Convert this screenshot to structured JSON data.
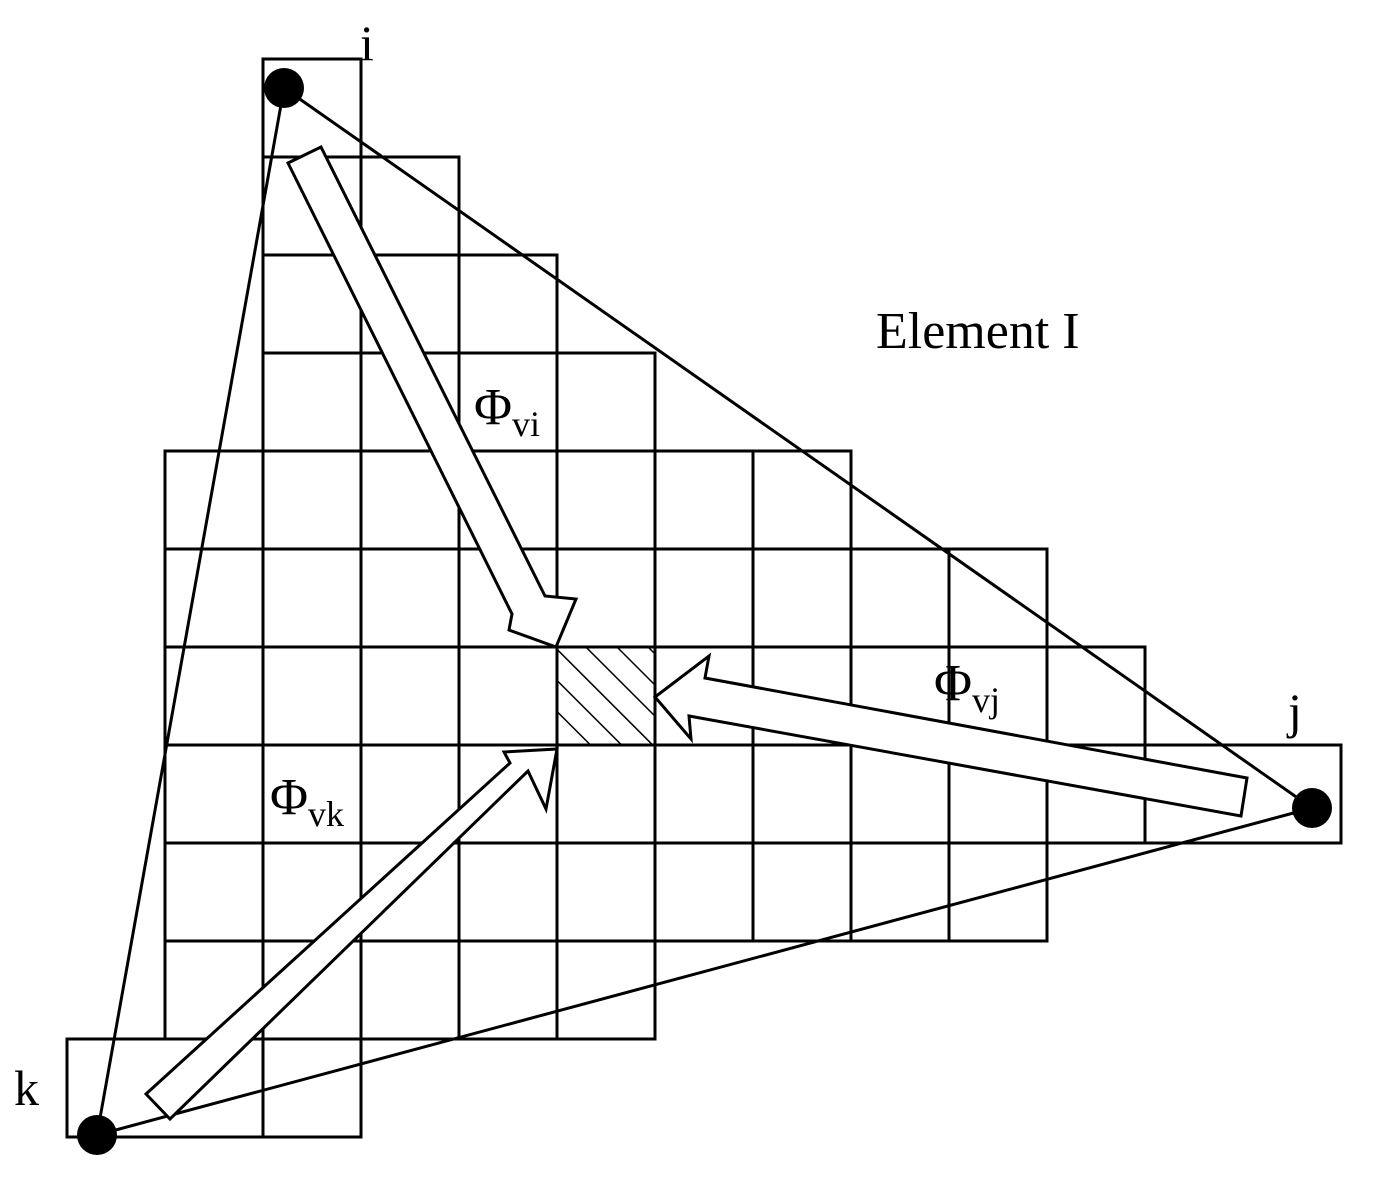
{
  "diagram": {
    "element_label": "Element I",
    "nodes": [
      {
        "id": "i",
        "label": "i"
      },
      {
        "id": "j",
        "label": "j"
      },
      {
        "id": "k",
        "label": "k"
      }
    ],
    "arrows": [
      {
        "id": "vi",
        "symbol": "Φ",
        "subscript": "vi"
      },
      {
        "id": "vj",
        "symbol": "Φ",
        "subscript": "vj"
      },
      {
        "id": "vk",
        "symbol": "Φ",
        "subscript": "vk"
      }
    ],
    "hatched_cell_label": "",
    "colors": {
      "stroke": "#000000",
      "background": "#ffffff"
    }
  }
}
